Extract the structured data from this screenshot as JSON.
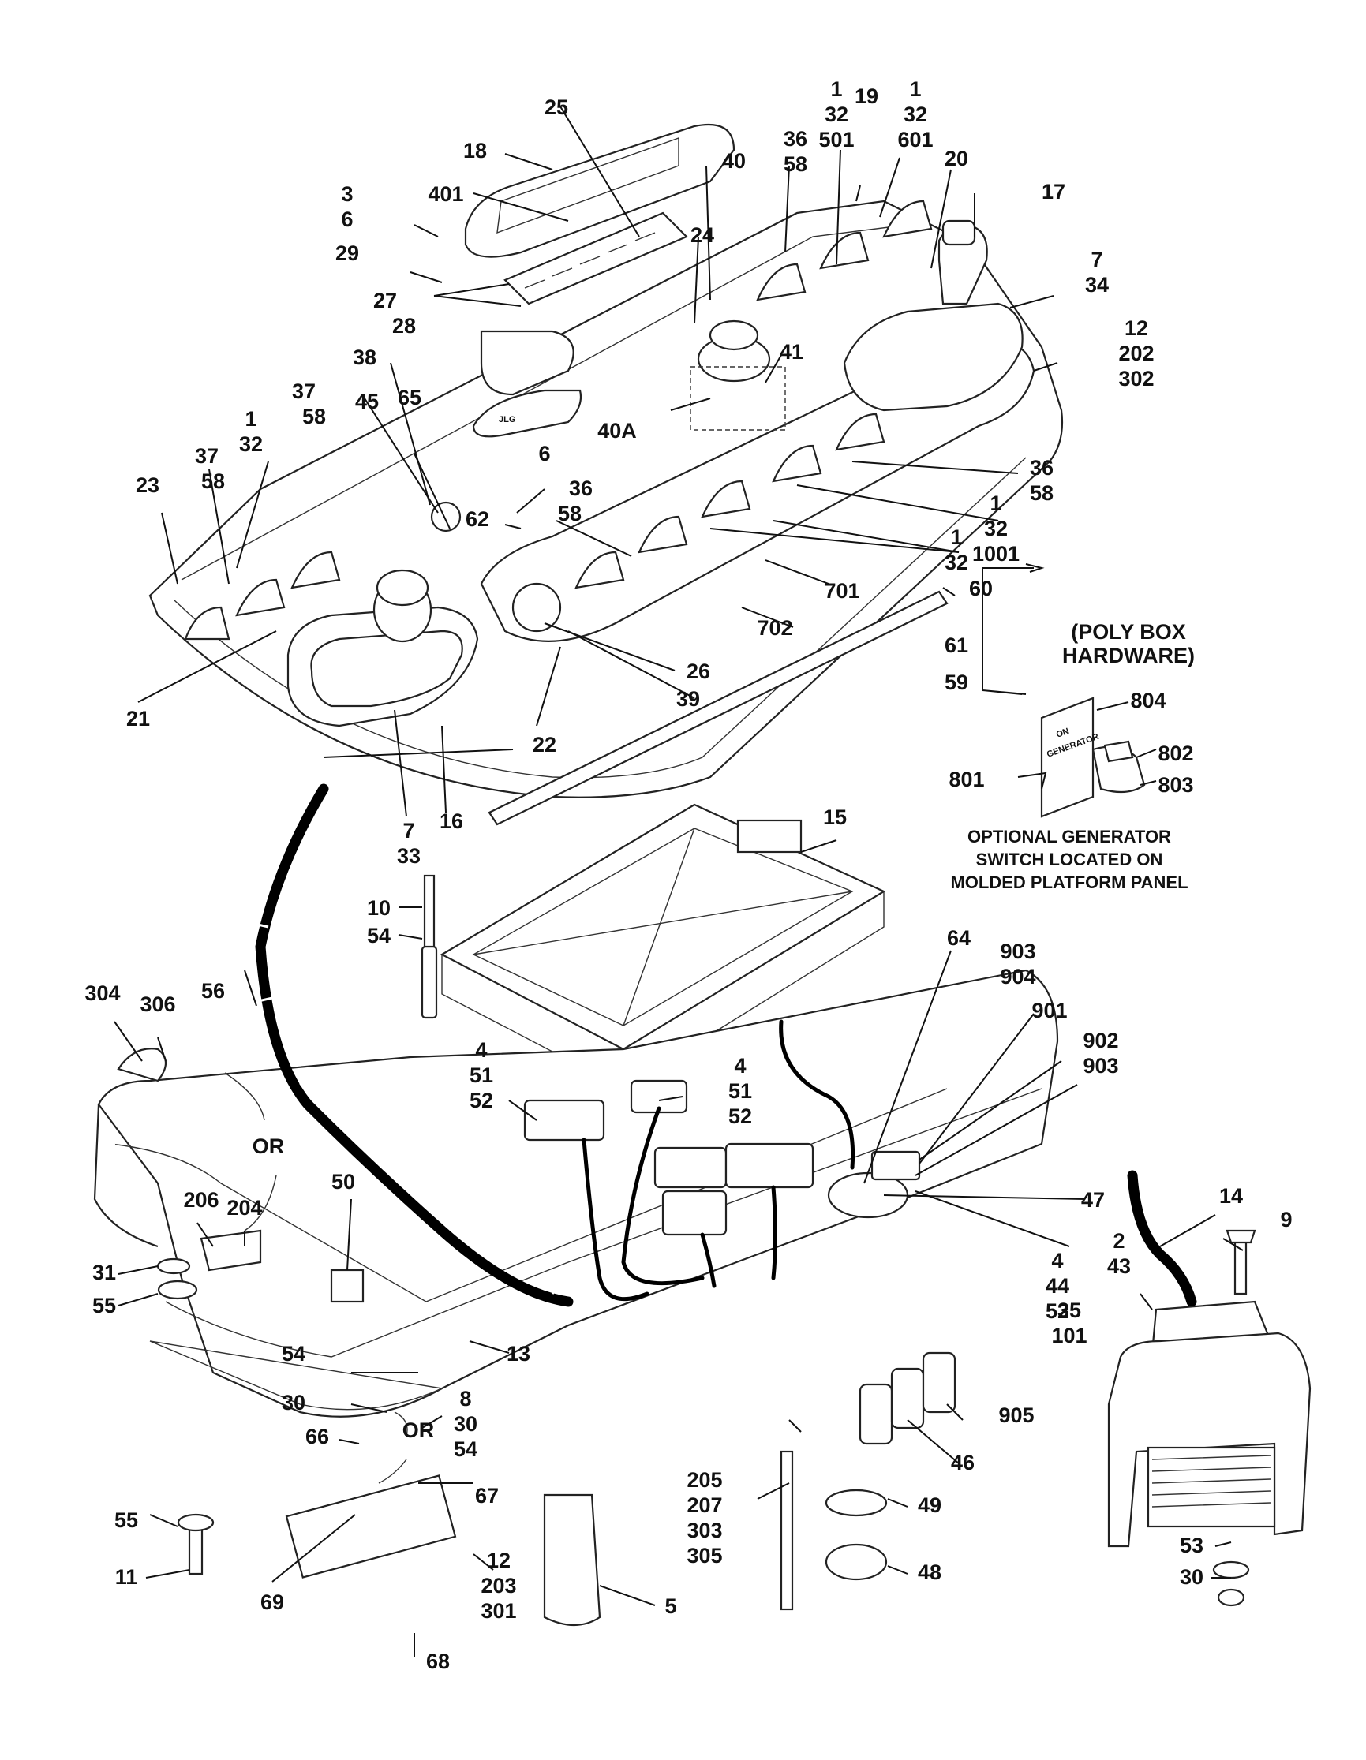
{
  "colors": {
    "line": "#111111",
    "background": "#ffffff",
    "cable": "#000000"
  },
  "callouts": {
    "c25": "25",
    "c18": "18",
    "c401": "401",
    "c3": "3",
    "c6a": "6",
    "c29": "29",
    "c27": "27",
    "c28": "28",
    "c40": "40",
    "c24": "24",
    "c36a": "36",
    "c58a": "58",
    "c1a": "1",
    "c32a": "32",
    "c501": "501",
    "c19": "19",
    "c1b": "1",
    "c32b": "32",
    "c601": "601",
    "c20": "20",
    "c17": "17",
    "c7a": "7",
    "c34": "34",
    "c12a": "12",
    "c202": "202",
    "c302": "302",
    "c41": "41",
    "c40A": "40A",
    "c38": "38",
    "c37a": "37",
    "c58b": "58",
    "c65": "65",
    "c45": "45",
    "c1c": "1",
    "c32c": "32",
    "c37b": "37",
    "c58c": "58",
    "c23": "23",
    "c6b": "6",
    "c62": "62",
    "c36b": "36",
    "c58d": "58",
    "c36c": "36",
    "c58e": "58",
    "c1d": "1",
    "c32d": "32",
    "c1001": "1001",
    "c1e": "1",
    "c32e": "32",
    "c701": "701",
    "c60": "60",
    "c702": "702",
    "c61": "61",
    "c59": "59",
    "c26": "26",
    "c39": "39",
    "c21": "21",
    "c22": "22",
    "c7b": "7",
    "c33": "33",
    "c16": "16",
    "c804": "804",
    "c802": "802",
    "c803": "803",
    "c801": "801",
    "c15": "15",
    "c10": "10",
    "c54a": "54",
    "c64": "64",
    "c903a": "903",
    "c904": "904",
    "c901": "901",
    "c902": "902",
    "c903b": "903",
    "c304": "304",
    "c306": "306",
    "c56": "56",
    "c4a": "4",
    "c51a": "51",
    "c52a": "52",
    "c4b": "4",
    "c51b": "51",
    "c52b": "52",
    "c47": "47",
    "c14": "14",
    "c9": "9",
    "c2": "2",
    "c43": "43",
    "c4c": "4",
    "c44": "44",
    "c52c": "52",
    "c206": "206",
    "c204": "204",
    "c50": "50",
    "c31": "31",
    "c55a": "55",
    "c13": "13",
    "c54b": "54",
    "c8": "8",
    "c30a": "30",
    "c54c": "54",
    "c30b": "30",
    "c35": "35",
    "c101": "101",
    "c905": "905",
    "c46": "46",
    "c66": "66",
    "c67": "67",
    "c205": "205",
    "c207": "207",
    "c303": "303",
    "c305": "305",
    "c49": "49",
    "c48": "48",
    "c53": "53",
    "c30c": "30",
    "c55b": "55",
    "c11": "11",
    "c69": "69",
    "c12b": "12",
    "c203": "203",
    "c301": "301",
    "c5": "5",
    "c68": "68"
  },
  "notes": {
    "or_1": "OR",
    "or_2": "OR",
    "poly_box_line1": "(POLY BOX",
    "poly_box_line2": "HARDWARE)",
    "generator_line1": "OPTIONAL GENERATOR",
    "generator_line2": "SWITCH LOCATED ON",
    "generator_line3": "MOLDED PLATFORM PANEL"
  },
  "artwork_text": {
    "logo": "JLG",
    "switch_label_1": "ON",
    "switch_label_2": "GENERATOR"
  }
}
